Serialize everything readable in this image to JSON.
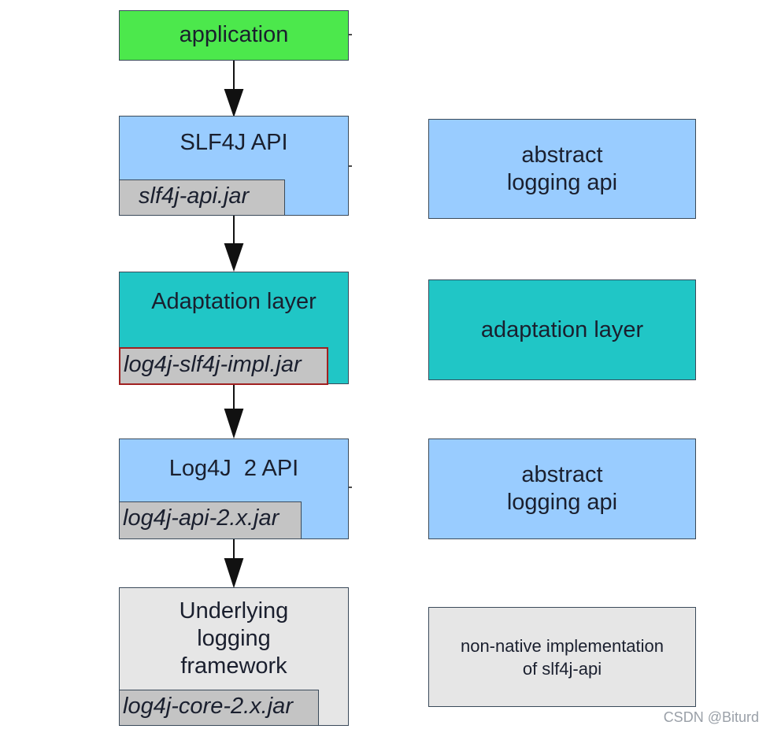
{
  "left_stack": {
    "application": {
      "label": "application"
    },
    "slf4j": {
      "title": "SLF4J API",
      "jar": "slf4j-api.jar"
    },
    "adaptation": {
      "title": "Adaptation layer",
      "jar": "log4j-slf4j-impl.jar"
    },
    "log4j_api": {
      "title": "Log4J  2 API",
      "jar": "log4j-api-2.x.jar"
    },
    "underlying": {
      "title_lines": [
        "Underlying",
        "logging",
        "framework"
      ],
      "jar": "log4j-core-2.x.jar"
    }
  },
  "right_column": {
    "abstract1": {
      "lines": [
        "abstract",
        "logging api"
      ]
    },
    "adaptation": {
      "lines": [
        "adaptation layer"
      ]
    },
    "abstract2": {
      "lines": [
        "abstract",
        "logging api"
      ]
    },
    "nonnative": {
      "lines": [
        "non-native implementation",
        "of slf4j-api"
      ]
    }
  },
  "colors": {
    "application": "#4ce84c",
    "api": "#99ccff",
    "adaptation": "#20c6c6",
    "underlying": "#e6e6e6",
    "jar": "#c4c4c4",
    "highlight_border": "#a02020"
  },
  "watermark": "CSDN @Biturd"
}
